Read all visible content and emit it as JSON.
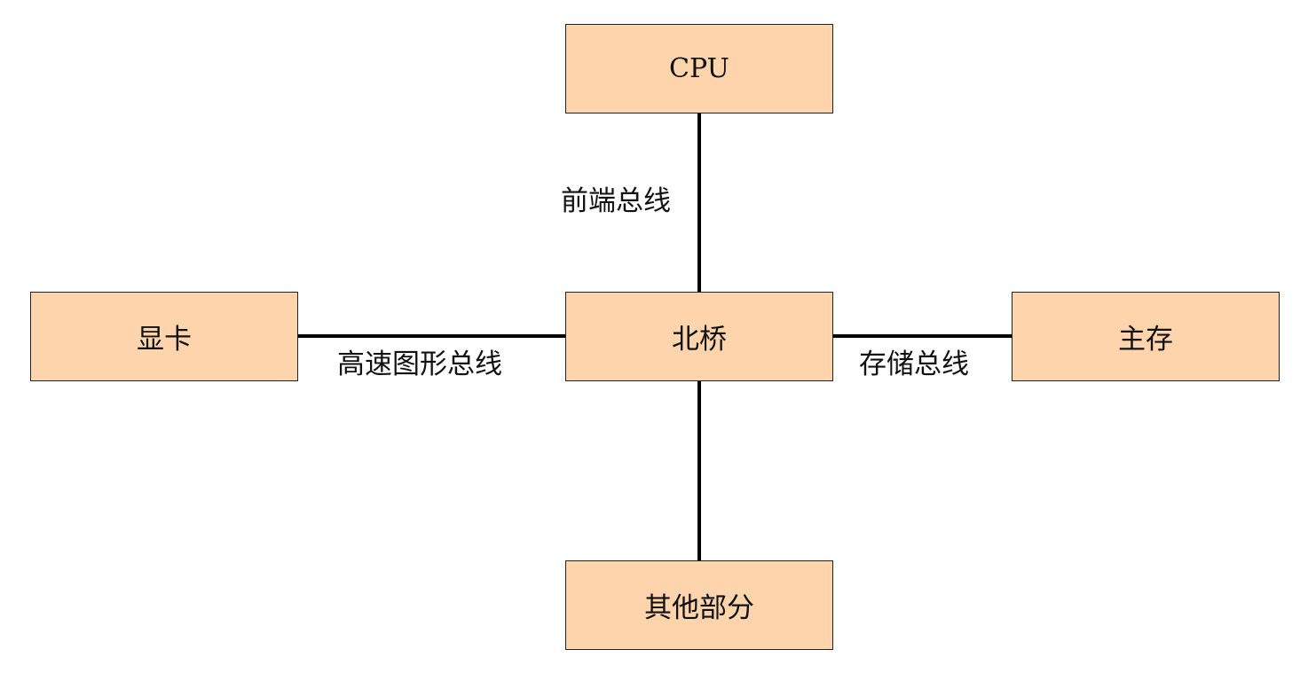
{
  "diagram": {
    "nodes": {
      "cpu": "CPU",
      "northbridge": "北桥",
      "graphics": "显卡",
      "memory": "主存",
      "other": "其他部分"
    },
    "edges": {
      "front_side_bus": "前端总线",
      "graphics_bus": "高速图形总线",
      "memory_bus": "存储总线"
    },
    "colors": {
      "node_fill": "#fdd4ab",
      "node_border": "#222222",
      "line": "#000000"
    }
  }
}
